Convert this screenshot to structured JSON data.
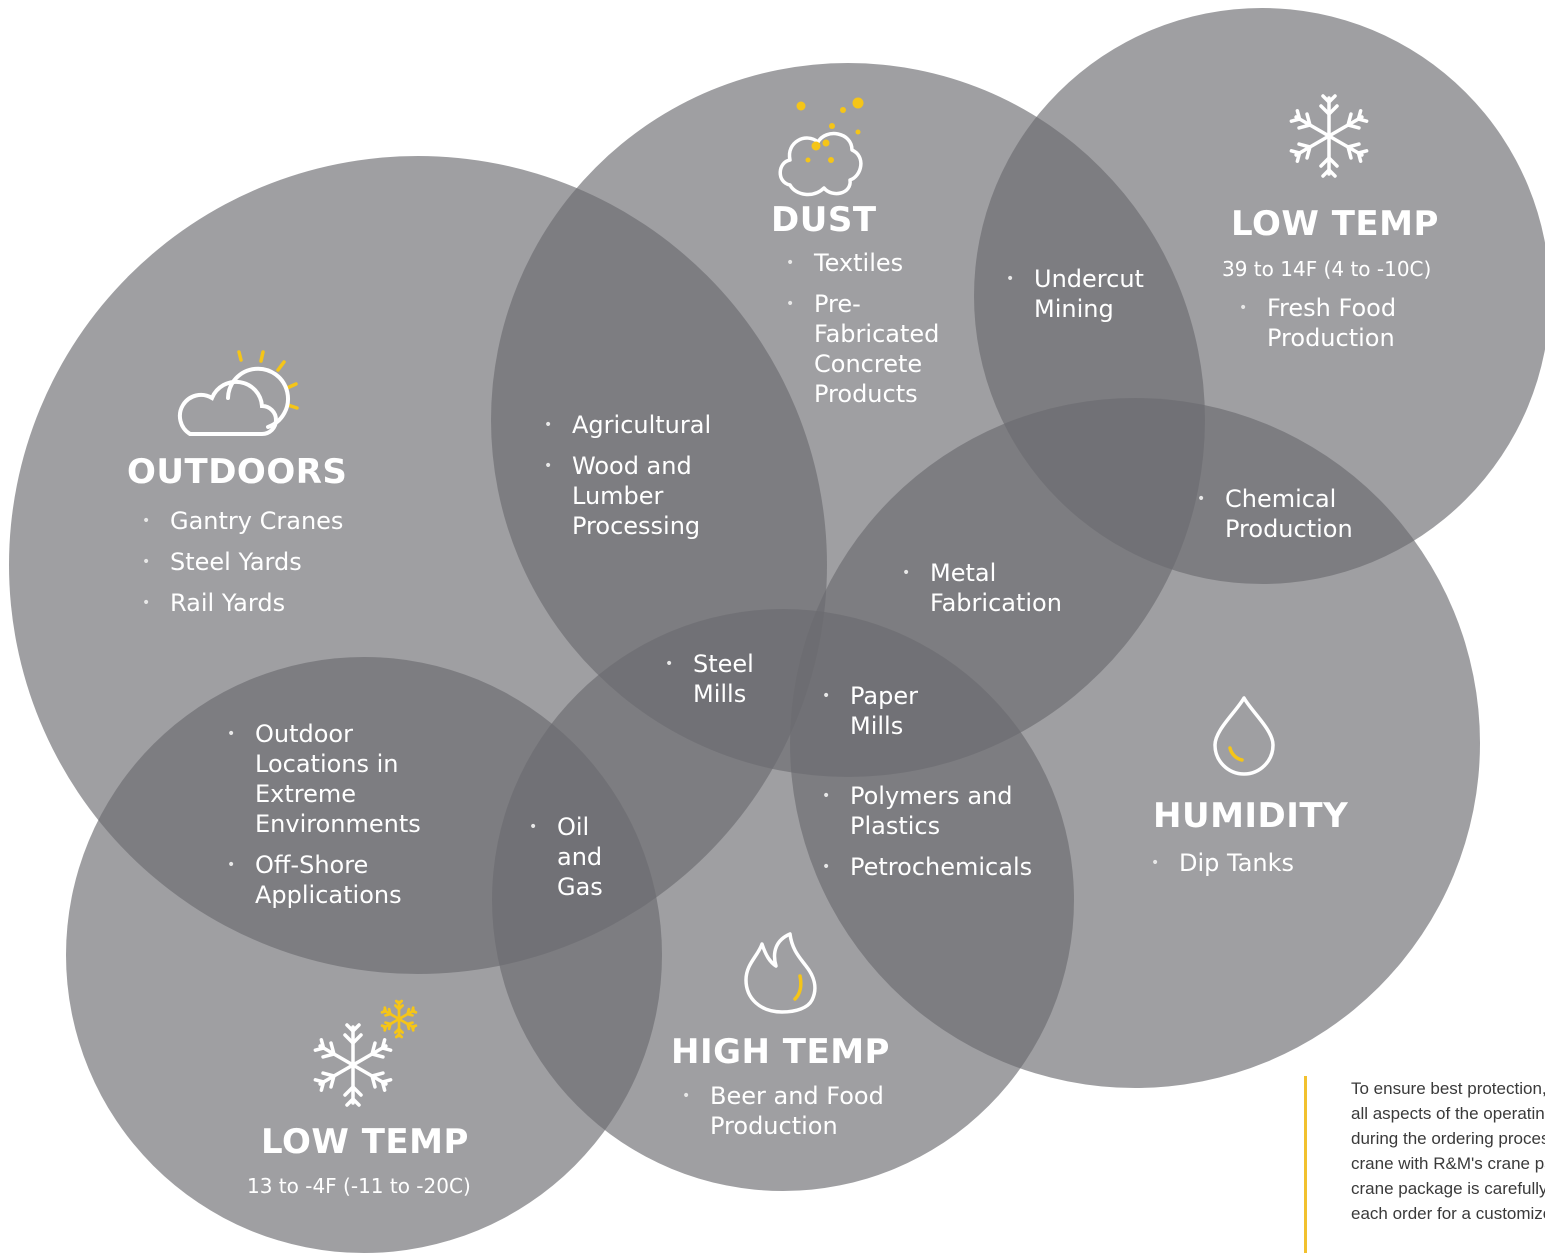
{
  "accent_color": "#f5c518",
  "region_color": "#6b6c70",
  "regions": {
    "outdoors": {
      "icon": "sun-cloud-icon",
      "title": "OUTDOORS",
      "items": [
        "Gantry Cranes",
        "Steel Yards",
        "Rail Yards"
      ]
    },
    "dust": {
      "icon": "dust-cloud-icon",
      "title": "DUST",
      "items": [
        "Textiles",
        "Pre-Fabricated Concrete Products"
      ]
    },
    "low_temp_1": {
      "icon": "snowflake-icon",
      "title": "LOW TEMP",
      "range": "39 to 14F (4 to -10C)",
      "items": [
        "Fresh Food Production"
      ]
    },
    "humidity": {
      "icon": "water-drop-icon",
      "title": "HUMIDITY",
      "items": [
        "Dip Tanks"
      ]
    },
    "high_temp": {
      "icon": "flame-icon",
      "title": "HIGH TEMP",
      "items": [
        "Beer and Food Production"
      ]
    },
    "low_temp_2": {
      "icon": "snowflake-icon",
      "title": "LOW TEMP",
      "range": "13 to -4F (-11 to -20C)",
      "items": []
    }
  },
  "overlaps": {
    "outdoors_dust": [
      "Agricultural",
      "Wood and Lumber Processing"
    ],
    "dust_lowtemp": [
      "Undercut Mining"
    ],
    "lowtemp_humidity": [
      "Chemical Production"
    ],
    "dust_humidity": [
      "Metal Fabrication"
    ],
    "center_left": [
      "Steel Mills"
    ],
    "center_right": [
      "Paper Mills"
    ],
    "humidity_hightemp": [
      "Polymers and Plastics",
      "Petrochemicals"
    ],
    "outdoors_lowtemp": [
      "Outdoor Locations in Extreme Environments",
      "Off-Shore Applications"
    ],
    "outdoors_hightemp_lowtemp": [
      "Oil and Gas"
    ]
  },
  "note": "To ensure best protection, provide details of all aspects of the operating environment during the ordering process of your new crane with R&M's crane packages. R&M's crane package is carefully engineered for each order for a customized solution."
}
